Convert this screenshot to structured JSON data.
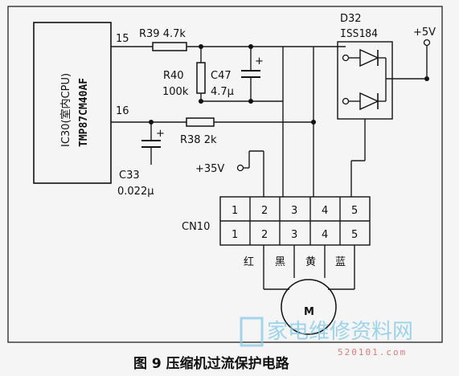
{
  "ic": {
    "label_line1": "IC30(室内CPU)",
    "label_line2": "TMP87CM40AF",
    "pin_top": "15",
    "pin_bottom": "16"
  },
  "components": {
    "r39": "R39 4.7k",
    "r40_name": "R40",
    "r40_value": "100k",
    "c47_name": "C47",
    "c47_value": "4.7μ",
    "r38": "R38 2k",
    "c33_name": "C33",
    "c33_value": "0.022μ",
    "d32_name": "D32",
    "d32_part": "ISS184",
    "plus5v": "+5V",
    "plus35v": "+35V",
    "polarity": "+"
  },
  "connector": {
    "name": "CN10",
    "pins": [
      "1",
      "2",
      "3",
      "4",
      "5"
    ]
  },
  "wire_colors": [
    "红",
    "黑",
    "黄",
    "蓝"
  ],
  "motor_label": "M",
  "caption": "图 9  压缩机过流保护电路",
  "watermark": {
    "text": "家电维修资料网",
    "url": "520101.com"
  }
}
